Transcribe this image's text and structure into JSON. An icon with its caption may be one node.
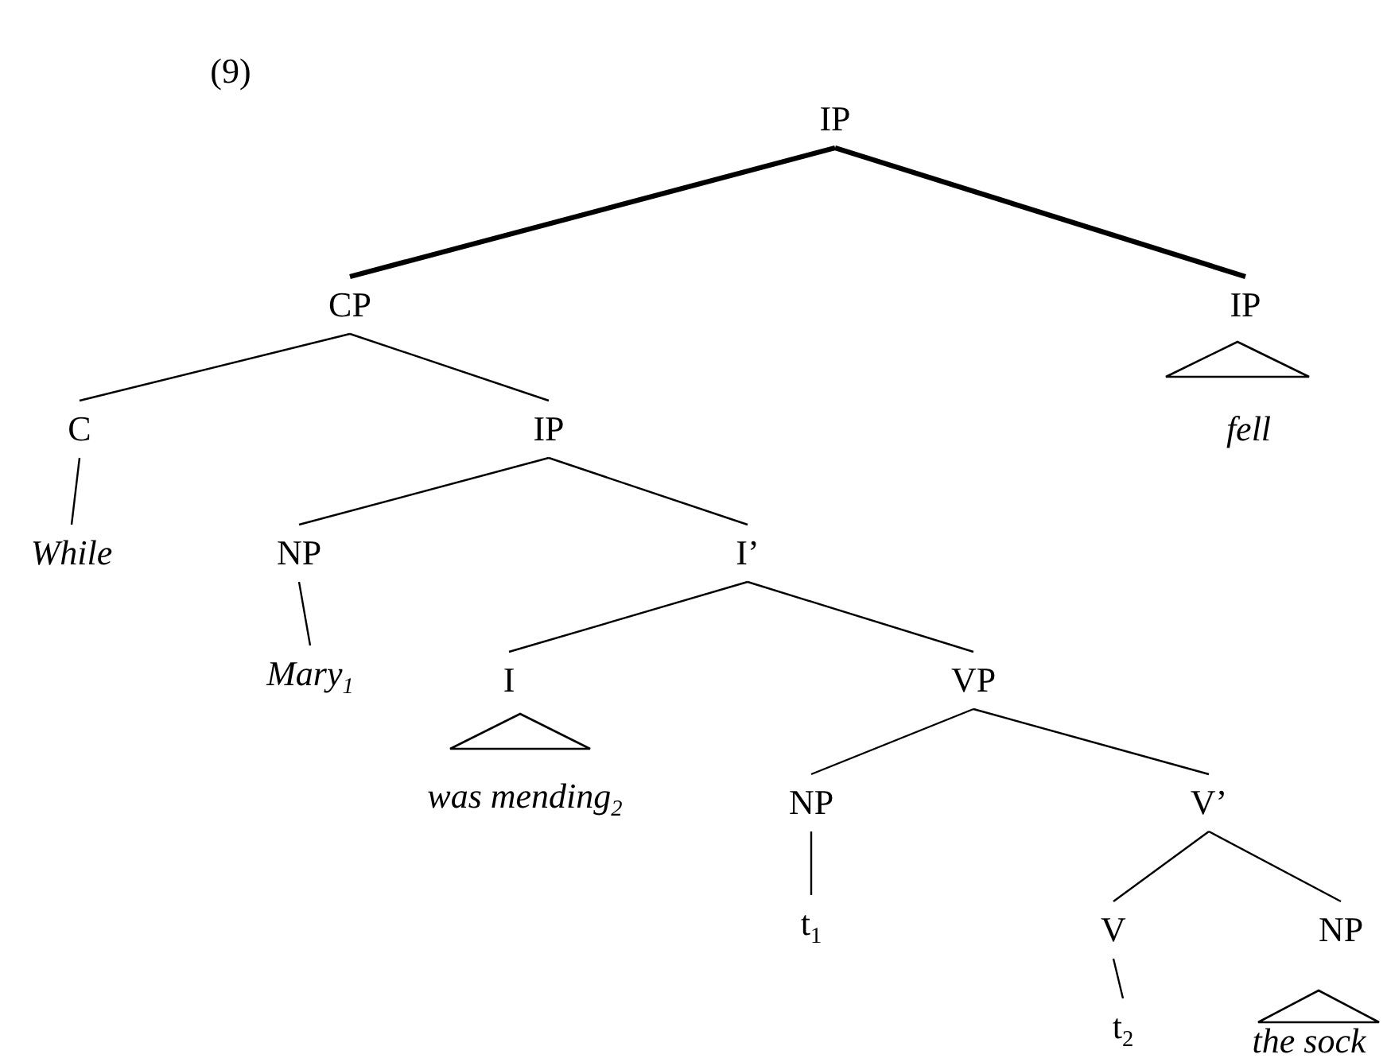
{
  "diagram": {
    "nodes": [
      {
        "text": [
          "IP"
        ]
      },
      {
        "text": [
          "CP"
        ]
      },
      {
        "text": [
          "IP"
        ]
      },
      {
        "text": [],
        "shape": "triangle"
      },
      {
        "text": [
          "fell"
        ]
      },
      {
        "text": [
          "C"
        ]
      },
      {
        "text": [
          "IP"
        ]
      },
      {
        "text": [
          "While"
        ]
      },
      {
        "text": [
          "NP"
        ]
      },
      {
        "text": [
          "I’"
        ]
      },
      {
        "text": [
          "Mary$_{1}$"
        ]
      },
      {
        "text": [
          "I"
        ]
      },
      {
        "text": [
          "VP"
        ]
      },
      {
        "text": [],
        "shape": "triangle"
      },
      {
        "text": [
          "was mending$_{2}$"
        ]
      },
      {
        "text": [
          "NP"
        ]
      },
      {
        "text": [
          "V’"
        ]
      },
      {
        "text": [
          "t$_{1}$"
        ]
      },
      {
        "text": [
          "V"
        ]
      },
      {
        "text": [
          "NP"
        ]
      },
      {
        "text": [
          "t$_{2}$"
        ]
      },
      {
        "text": [],
        "shape": "triangle"
      },
      {
        "text": [
          "the sock"
        ]
      }
    ],
    "edges": [
      {
        "from": 0,
        "to": 1,
        "arrow": "none",
        "style": "thick"
      },
      {
        "from": 0,
        "to": 2,
        "arrow": "none",
        "style": "thick"
      },
      {
        "from": 1,
        "to": 5,
        "arrow": "none"
      },
      {
        "from": 1,
        "to": 6,
        "arrow": "none"
      },
      {
        "from": 5,
        "to": 7,
        "arrow": "none"
      },
      {
        "from": 6,
        "to": 8,
        "arrow": "none"
      },
      {
        "from": 6,
        "to": 9,
        "arrow": "none"
      },
      {
        "from": 8,
        "to": 10,
        "arrow": "none"
      },
      {
        "from": 9,
        "to": 11,
        "arrow": "none"
      },
      {
        "from": 9,
        "to": 12,
        "arrow": "none"
      },
      {
        "from": 12,
        "to": 15,
        "arrow": "none"
      },
      {
        "from": 12,
        "to": 16,
        "arrow": "none"
      },
      {
        "from": 15,
        "to": 17,
        "arrow": "none"
      },
      {
        "from": 16,
        "to": 18,
        "arrow": "none"
      },
      {
        "from": 16,
        "to": 19,
        "arrow": "none"
      },
      {
        "from": 18,
        "to": 20,
        "arrow": "none"
      }
    ],
    "labels": [
      "(9)"
    ]
  }
}
